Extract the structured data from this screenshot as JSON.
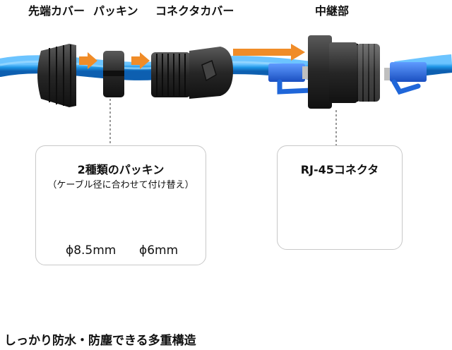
{
  "labels": {
    "end_cover": "先端カバー",
    "packing": "パッキン",
    "connector_cover": "コネクタカバー",
    "relay": "中継部"
  },
  "packing_panel": {
    "title": "2種類のパッキン",
    "subtitle": "（ケーブル径に合わせて付け替え）",
    "items": [
      {
        "label": "ϕ8.5mm",
        "color": "#2255ee"
      },
      {
        "label": "ϕ6mm",
        "color": "#2a2a2a"
      }
    ]
  },
  "rj45_panel": {
    "title": "RJ-45コネクタ"
  },
  "footer": "しっかり防水・防塵できる多重構造",
  "colors": {
    "cable": "#1e96e6",
    "arrow": "#f08c28",
    "plug": "#1f66d9",
    "dark_part": "#262626"
  }
}
